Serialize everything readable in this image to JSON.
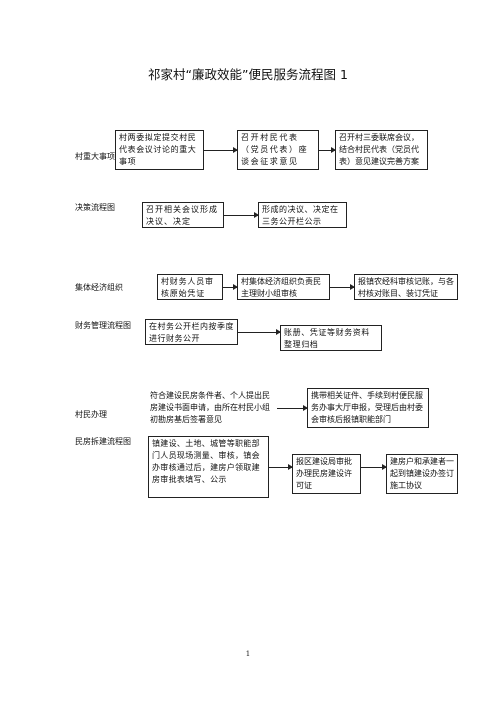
{
  "title": "祁家村“廉政效能”便民服务流程图 1",
  "page_number": "1",
  "sections": [
    {
      "label": "村重大事项",
      "steps": [
        "村两委拟定提交村民代表会议讨论的重大事项",
        "召开村民代表（党员代表）座谈会征求意见",
        "召开村三委联席会议，结合村民代表（党员代表）意见建议完善方案"
      ]
    },
    {
      "label": "决策流程图",
      "steps": [
        "召开相关会议形成决议、决定",
        "形成的决议、决定在三务公开栏公示"
      ]
    },
    {
      "label": "集体经济组织",
      "steps": [
        "村财务人员审核原始凭证",
        "村集体经济组织负责民主理财小组审核",
        "报镇农经科审核记账，与各村核对账目、装订凭证"
      ]
    },
    {
      "label": "财务管理流程图",
      "steps": [
        "在村务公开栏内按季度进行财务公开",
        "账册、凭证等财务资料整理归档"
      ]
    },
    {
      "label": "村民办理",
      "steps": [
        "符合建设民房条件者、个人提出民房建设书面申请，由所在村民小组初勘房基后签署意见",
        "携带相关证件、手续到村便民服务办事大厅申报，受理后由村委会审核后报镇职能部门"
      ]
    },
    {
      "label": "民房拆建流程图",
      "steps": [
        "镇建设、土地、城管等职能部门人员现场测量、审核，镇会办审核通过后，建房户领取建房审批表填写、公示",
        "报区建设局审批办理民房建设许可证",
        "建房户和承建者一起到镇建设办签订施工协议"
      ]
    }
  ]
}
